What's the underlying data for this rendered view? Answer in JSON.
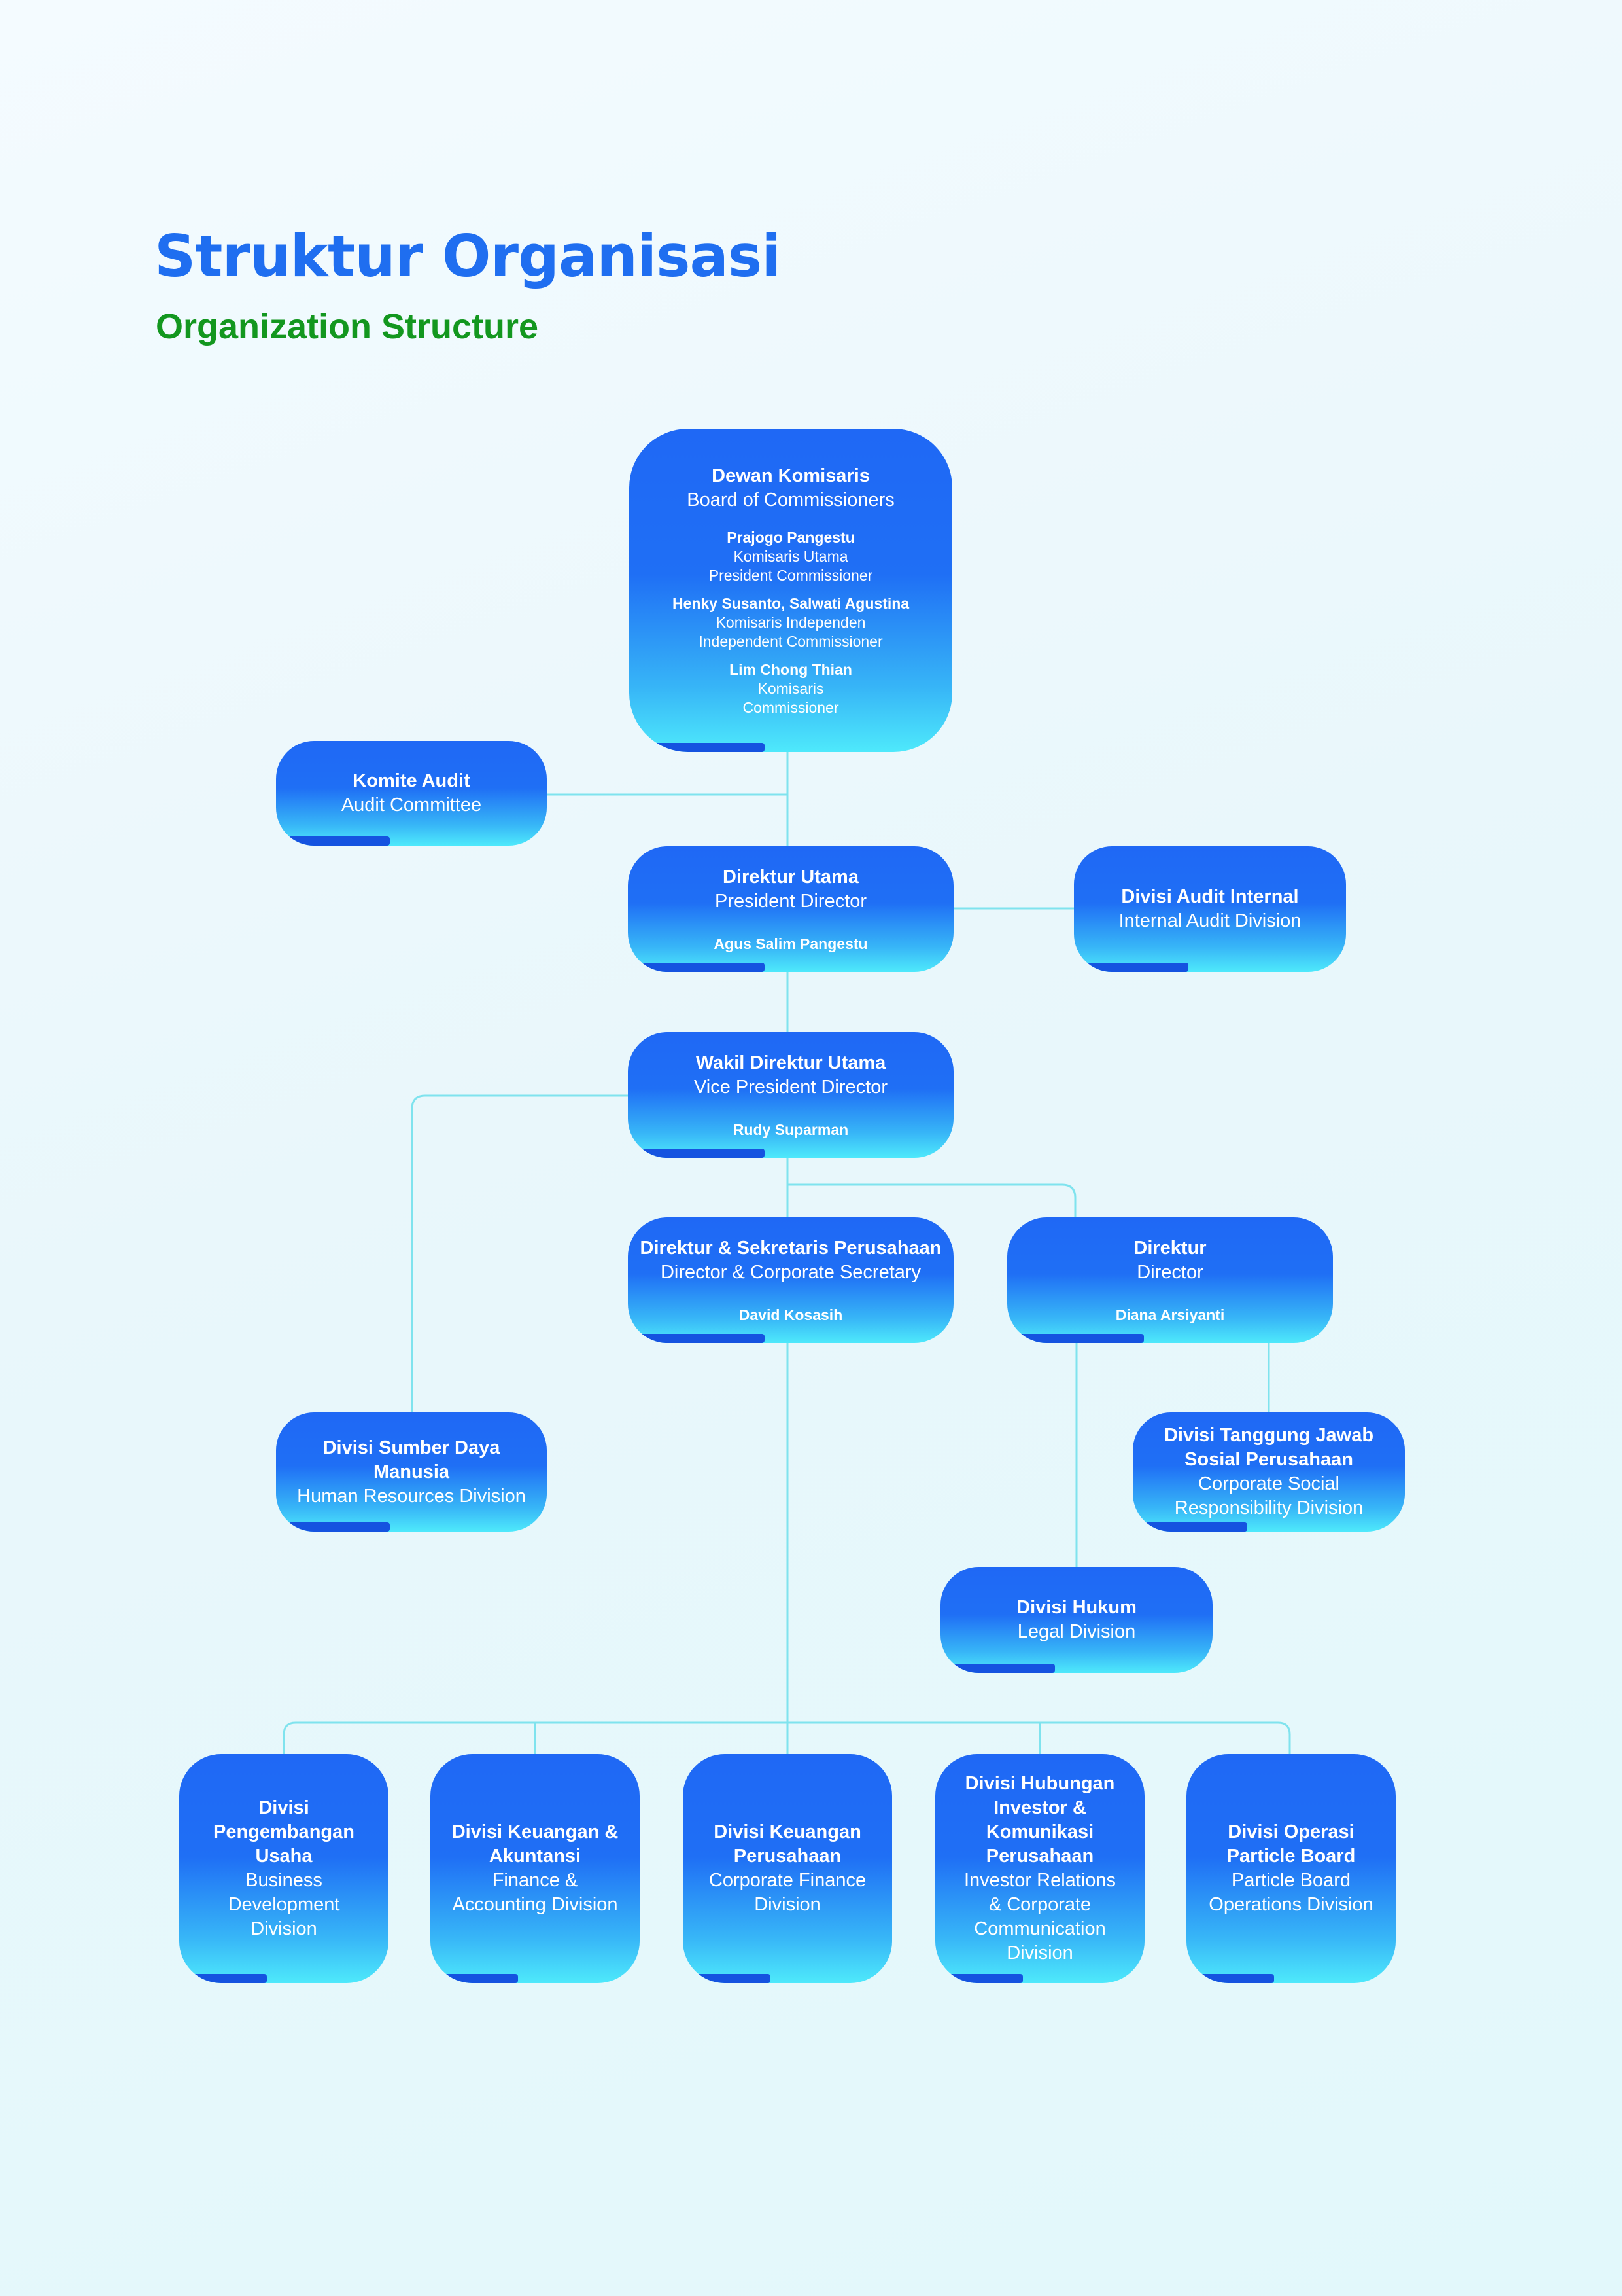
{
  "title": "Struktur Organisasi",
  "subtitle": "Organization Structure",
  "colors": {
    "title": "#1f6ef0",
    "subtitle": "#13971f",
    "box_top": "#1f68f5",
    "box_bottom": "#4ee9fb",
    "connector": "#7fe3ee"
  },
  "board": {
    "title": "Dewan Komisaris",
    "subtitle": "Board of Commissioners",
    "members": [
      {
        "name": "Prajogo Pangestu",
        "role_id": "Komisaris Utama",
        "role_en": "President Commissioner"
      },
      {
        "name": "Henky Susanto, Salwati Agustina",
        "role_id": "Komisaris Independen",
        "role_en": "Independent Commissioner"
      },
      {
        "name": "Lim Chong Thian",
        "role_id": "Komisaris",
        "role_en": "Commissioner"
      }
    ]
  },
  "audit_committee": {
    "title": "Komite Audit",
    "subtitle": "Audit Committee"
  },
  "president_director": {
    "title": "Direktur Utama",
    "subtitle": "President Director",
    "name": "Agus Salim Pangestu"
  },
  "internal_audit": {
    "title": "Divisi Audit Internal",
    "subtitle": "Internal Audit Division"
  },
  "vice_president_director": {
    "title": "Wakil Direktur Utama",
    "subtitle": "Vice President Director",
    "name": "Rudy Suparman"
  },
  "corporate_secretary": {
    "title": "Direktur & Sekretaris Perusahaan",
    "subtitle": "Director & Corporate Secretary",
    "name": "David Kosasih"
  },
  "director": {
    "title": "Direktur",
    "subtitle": "Director",
    "name": "Diana Arsiyanti"
  },
  "hr_division": {
    "title_line1": "Divisi Sumber Daya",
    "title_line2": "Manusia",
    "subtitle": "Human Resources Division"
  },
  "csr_division": {
    "title_line1": "Divisi Tanggung Jawab",
    "title_line2": "Sosial Perusahaan",
    "subtitle_line1": "Corporate Social",
    "subtitle_line2": "Responsibility Division"
  },
  "legal_division": {
    "title": "Divisi Hukum",
    "subtitle": "Legal Division"
  },
  "bottom_divisions": [
    {
      "title_lines": [
        "Divisi",
        "Pengembangan",
        "Usaha"
      ],
      "subtitle_lines": [
        "Business",
        "Development",
        "Division"
      ]
    },
    {
      "title_lines": [
        "Divisi Keuangan &",
        "Akuntansi"
      ],
      "subtitle_lines": [
        "Finance &",
        "Accounting Division"
      ]
    },
    {
      "title_lines": [
        "Divisi Keuangan",
        "Perusahaan"
      ],
      "subtitle_lines": [
        "Corporate Finance",
        "Division"
      ]
    },
    {
      "title_lines": [
        "Divisi Hubungan",
        "Investor &",
        "Komunikasi",
        "Perusahaan"
      ],
      "subtitle_lines": [
        "Investor Relations",
        "& Corporate",
        "Communication",
        "Division"
      ]
    },
    {
      "title_lines": [
        "Divisi Operasi",
        "Particle Board"
      ],
      "subtitle_lines": [
        "Particle Board",
        "Operations Division"
      ]
    }
  ]
}
